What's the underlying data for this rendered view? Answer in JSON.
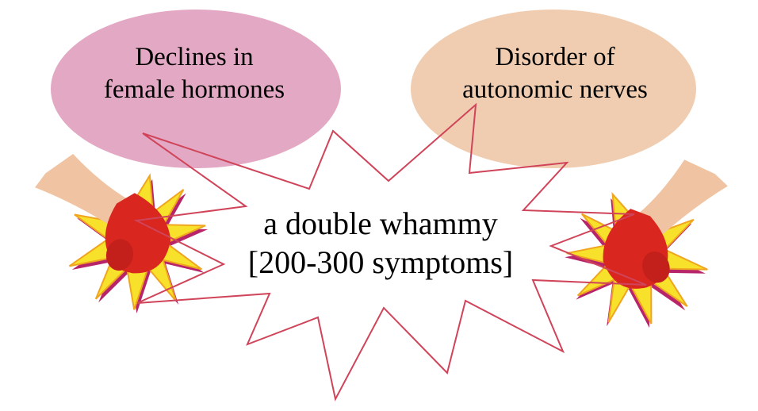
{
  "bubbles": {
    "left": {
      "line1": "Declines in",
      "line2": "female hormones",
      "color": "#e3a9c4"
    },
    "right": {
      "line1": "Disorder of",
      "line2": "autonomic nerves",
      "color": "#f0cdb0"
    }
  },
  "center": {
    "line1": "a double whammy",
    "line2": "[200-300 symptoms]",
    "outline_color": "#d0445a"
  },
  "icons": {
    "left": "boxing-glove-punch-icon",
    "right": "boxing-glove-punch-icon"
  }
}
